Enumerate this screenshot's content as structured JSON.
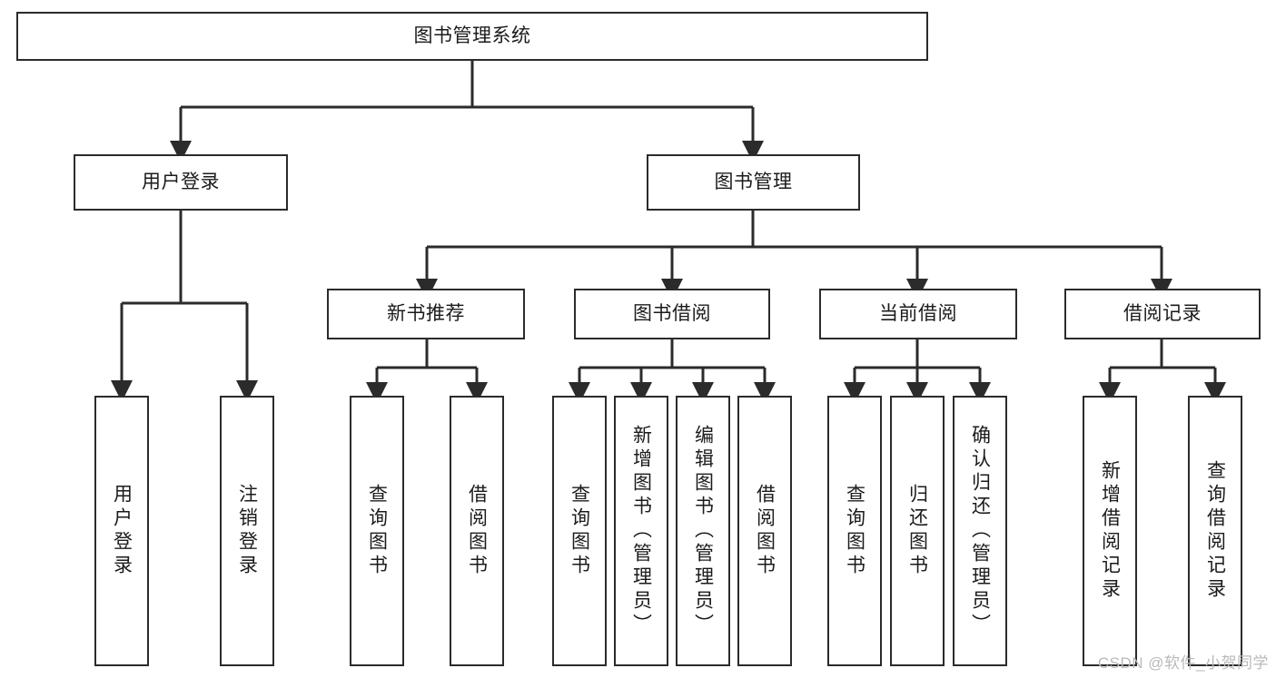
{
  "diagram": {
    "title": "图书管理系统",
    "type": "tree-hierarchy-diagram",
    "watermark": "CSDN @软件_小贺同学",
    "colors": {
      "box_border": "#2b2b2b",
      "box_fill": "#ffffff",
      "connector": "#2b2b2b",
      "text": "#1b1b1b",
      "watermark": "#b9b9b9"
    },
    "root": {
      "label": "图书管理系统"
    },
    "level1": [
      {
        "label": "用户登录"
      },
      {
        "label": "图书管理"
      }
    ],
    "level2": [
      {
        "label": "新书推荐"
      },
      {
        "label": "图书借阅"
      },
      {
        "label": "当前借阅"
      },
      {
        "label": "借阅记录"
      }
    ],
    "leaves": {
      "user_login": [
        {
          "label": "用户登录"
        },
        {
          "label": "注销登录"
        }
      ],
      "new_book_recommend": [
        {
          "label": "查询图书"
        },
        {
          "label": "借阅图书"
        }
      ],
      "book_borrow": [
        {
          "label": "查询图书"
        },
        {
          "label": "新增图书（管理员）"
        },
        {
          "label": "编辑图书（管理员）"
        },
        {
          "label": "借阅图书"
        }
      ],
      "current_borrow": [
        {
          "label": "查询图书"
        },
        {
          "label": "归还图书"
        },
        {
          "label": "确认归还（管理员）"
        }
      ],
      "borrow_records": [
        {
          "label": "新增借阅记录"
        },
        {
          "label": "查询借阅记录"
        }
      ]
    }
  }
}
